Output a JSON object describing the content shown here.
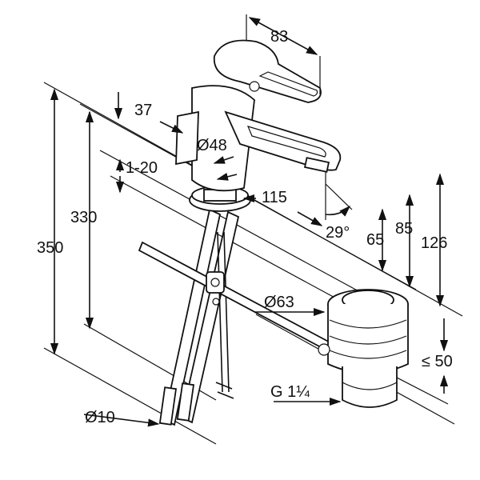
{
  "dimensions": {
    "spout_reach": "83",
    "lever_offset": "37",
    "body_diameter": "Ø48",
    "adjust_range": "1-20",
    "rosette": "115",
    "swivel_angle": "29°",
    "total_height_330": "330",
    "total_height_350": "350",
    "spout_height_65": "65",
    "spout_height_85": "85",
    "spout_height_126": "126",
    "waste_diameter": "Ø63",
    "waste_depth": "≤ 50",
    "hose_diameter": "Ø10",
    "waste_thread": "G 1¼"
  }
}
